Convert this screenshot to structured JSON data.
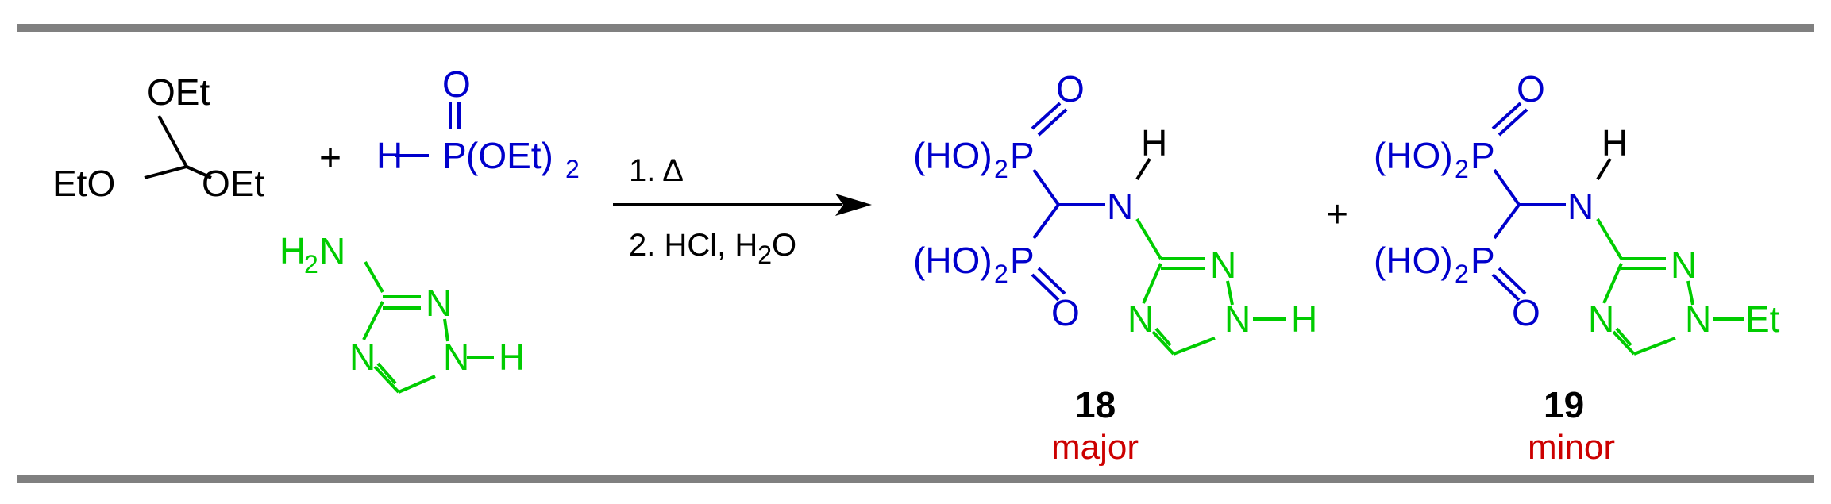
{
  "colors": {
    "rule": "#808080",
    "black": "#000000",
    "blue": "#0000cc",
    "green": "#00cc00",
    "red": "#cc0000"
  },
  "reagents": {
    "orthoformate": {
      "top": "OEt",
      "left": "EtO",
      "right": "OEt"
    },
    "phosphite": {
      "O": "O",
      "H": "H",
      "P": "P",
      "OEt": "(OEt)",
      "sub": "2"
    },
    "aminotriazole": {
      "H2N_H": "H",
      "H2N_sub": "2",
      "H2N_N": "N",
      "N": "N",
      "NH": "N",
      "H": "H",
      "Nring": "N"
    },
    "plus": "+"
  },
  "conditions": {
    "step1": "1. Δ",
    "step2_pre": "2. HCl, H",
    "step2_sub": "2",
    "step2_post": "O"
  },
  "product_18": {
    "number": "18",
    "tag": "major",
    "HO_top": "(HO)",
    "HO_bot": "(HO)",
    "sub": "2",
    "P": "P",
    "O": "O",
    "N": "N",
    "H": "H"
  },
  "product_19": {
    "number": "19",
    "tag": "minor",
    "HO_top": "(HO)",
    "HO_bot": "(HO)",
    "sub": "2",
    "P": "P",
    "O": "O",
    "N": "N",
    "H": "H",
    "Et": "Et"
  },
  "products_plus": "+"
}
